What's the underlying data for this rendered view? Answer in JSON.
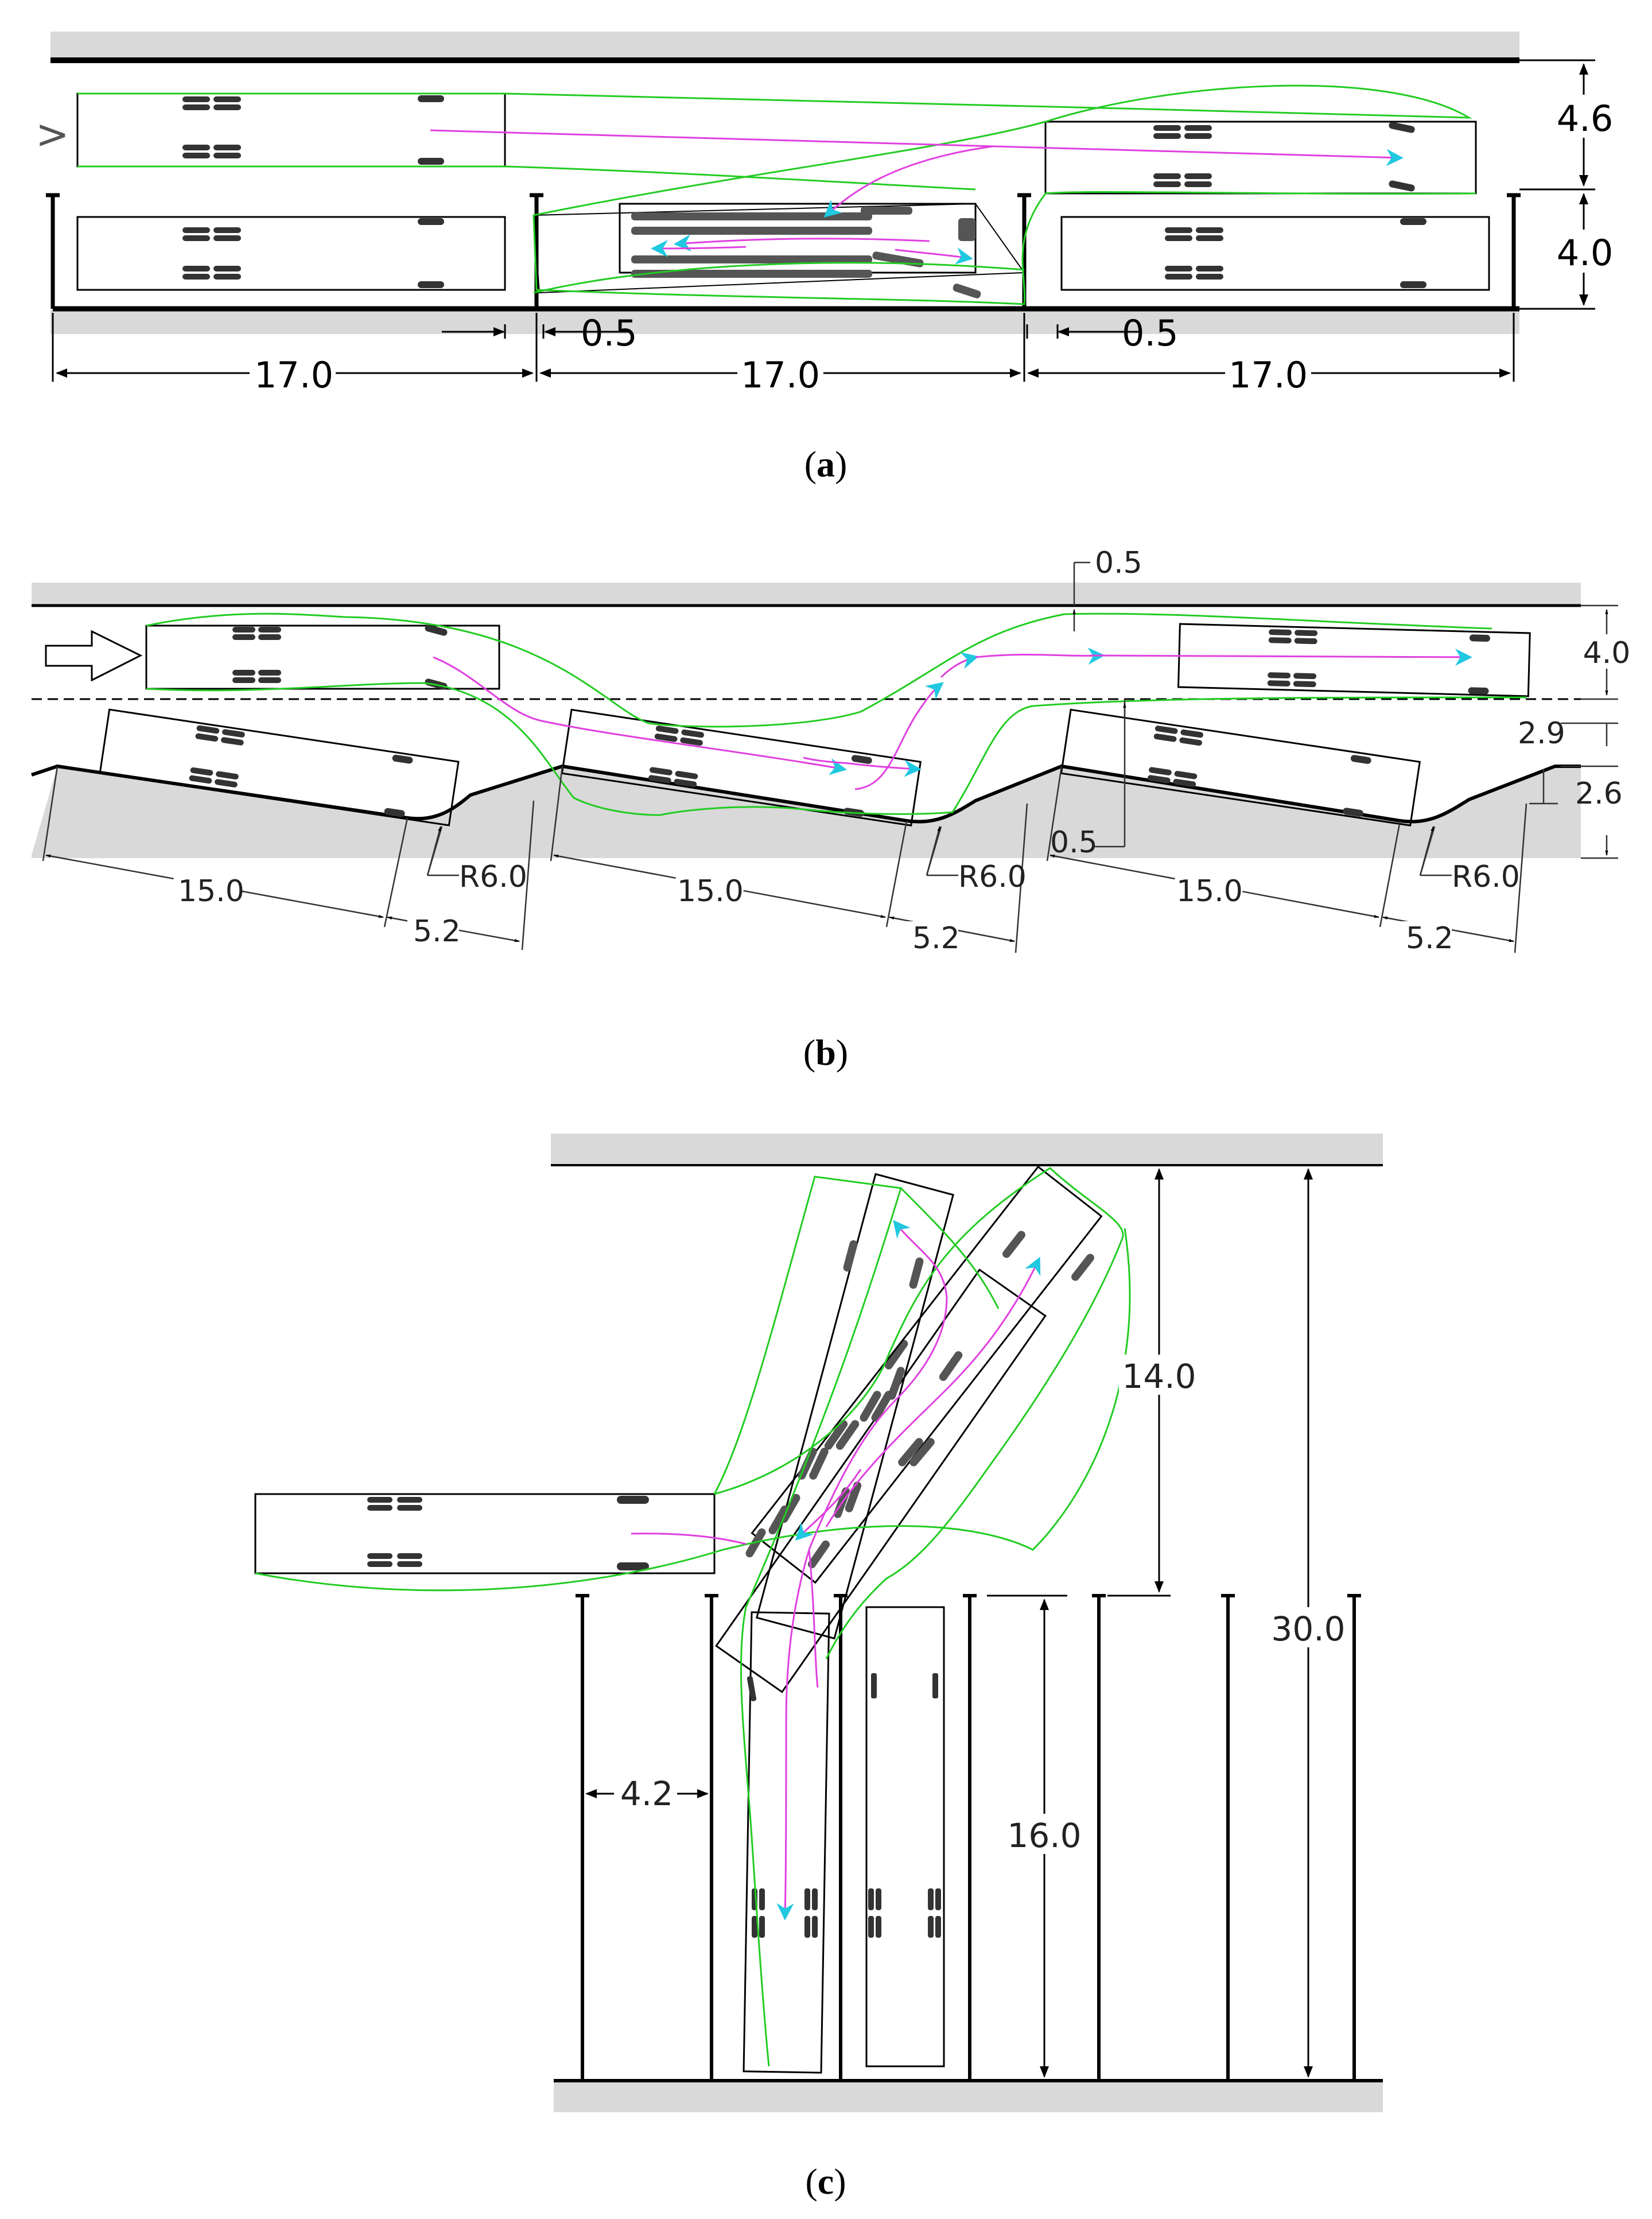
{
  "panel_a": {
    "caption_open": "(",
    "caption_letter": "a",
    "caption_close": ")",
    "dims": {
      "lane_width": "4.6",
      "stall_depth": "4.0",
      "stall_length_1": "17.0",
      "stall_length_2": "17.0",
      "stall_length_3": "17.0",
      "clearance_1": "0.5",
      "clearance_2": "0.5"
    },
    "arrow_glyph": ">"
  },
  "panel_b": {
    "caption_open": "(",
    "caption_letter": "b",
    "caption_close": ")",
    "dims": {
      "top_clearance": "0.5",
      "lane_width": "4.0",
      "offset_1": "2.9",
      "offset_2": "2.6",
      "inner_clearance": "0.5",
      "radius_1": "R6.0",
      "radius_2": "R6.0",
      "radius_3": "R6.0",
      "length_1": "15.0",
      "length_2": "15.0",
      "length_3": "15.0",
      "gap_1": "5.2",
      "gap_2": "5.2",
      "gap_3": "5.2"
    }
  },
  "panel_c": {
    "caption_open": "(",
    "caption_letter": "c",
    "caption_close": ")",
    "dims": {
      "aisle_depth": "14.0",
      "total_depth": "30.0",
      "stall_depth": "16.0",
      "stall_width": "4.2"
    }
  },
  "colors": {
    "swept_path": "#22cc22",
    "trajectory": "#e040e0",
    "direction_arrow": "#20c8e0",
    "curb": "#d9d9d9"
  }
}
